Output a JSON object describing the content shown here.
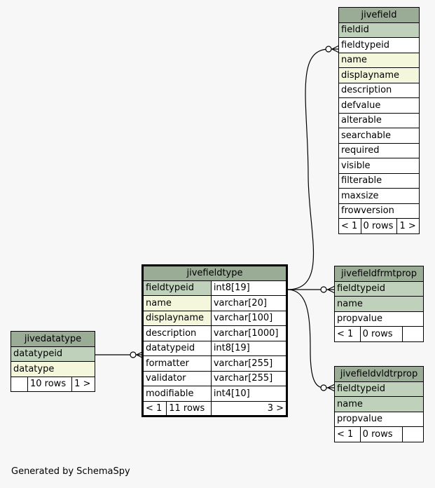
{
  "footer": "Generated by SchemaSpy",
  "tables": {
    "jivefield": {
      "name": "jivefield",
      "columns": [
        "fieldid",
        "fieldtypeid",
        "name",
        "displayname",
        "description",
        "defvalue",
        "alterable",
        "searchable",
        "required",
        "visible",
        "filterable",
        "maxsize",
        "frowversion"
      ],
      "footer": [
        "< 1",
        "0 rows",
        "1 >"
      ]
    },
    "jivefieldtype": {
      "name": "jivefieldtype",
      "columns": [
        {
          "name": "fieldtypeid",
          "type": "int8[19]"
        },
        {
          "name": "name",
          "type": "varchar[20]"
        },
        {
          "name": "displayname",
          "type": "varchar[100]"
        },
        {
          "name": "description",
          "type": "varchar[1000]"
        },
        {
          "name": "datatypeid",
          "type": "int8[19]"
        },
        {
          "name": "formatter",
          "type": "varchar[255]"
        },
        {
          "name": "validator",
          "type": "varchar[255]"
        },
        {
          "name": "modifiable",
          "type": "int4[10]"
        }
      ],
      "footer": [
        "< 1",
        "11 rows",
        "3 >"
      ]
    },
    "jivefieldfrmtprop": {
      "name": "jivefieldfrmtprop",
      "columns": [
        "fieldtypeid",
        "name",
        "propvalue"
      ],
      "footer": [
        "< 1",
        "0 rows",
        ""
      ]
    },
    "jivefieldvldtrprop": {
      "name": "jivefieldvldtrprop",
      "columns": [
        "fieldtypeid",
        "name",
        "propvalue"
      ],
      "footer": [
        "< 1",
        "0 rows",
        ""
      ]
    },
    "jivedatatype": {
      "name": "jivedatatype",
      "columns": [
        "datatypeid",
        "datatype"
      ],
      "footer": [
        "",
        "10 rows",
        "1 >"
      ]
    }
  }
}
